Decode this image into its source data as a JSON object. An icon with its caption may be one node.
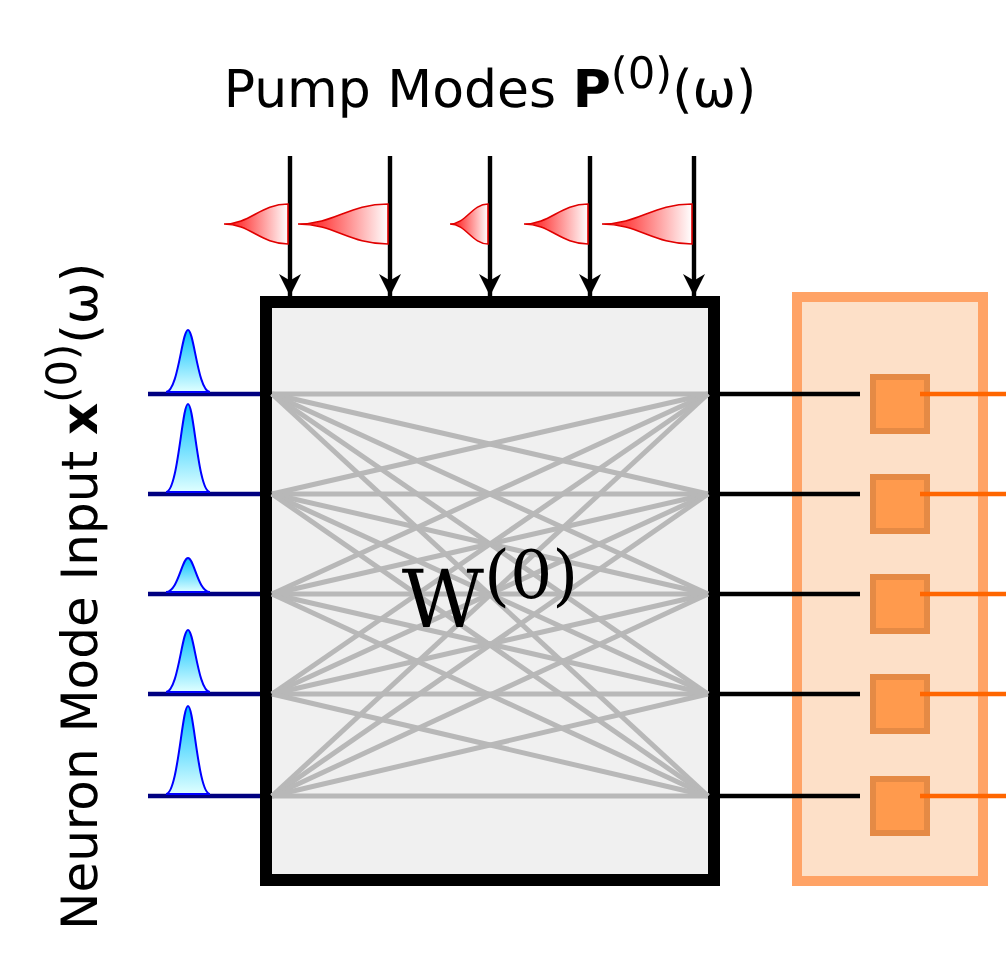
{
  "diagram": {
    "nodes": [
      {
        "text": [
          "W$^{(0)}$"
        ]
      },
      {
        "text": [],
        "shape": "box"
      },
      {
        "text": [],
        "shape": "box",
        "in": 1
      },
      {
        "text": [],
        "shape": "box",
        "in": 1
      },
      {
        "text": [],
        "shape": "box",
        "in": 1
      },
      {
        "text": [],
        "shape": "box",
        "in": 1
      },
      {
        "text": [],
        "shape": "box",
        "in": 1
      }
    ],
    "edges": [
      {
        "from": null,
        "to": 0,
        "arrow": "none",
        "color": "#000080"
      },
      {
        "from": null,
        "to": 0,
        "arrow": "none",
        "color": "#000080"
      },
      {
        "from": null,
        "to": 0,
        "arrow": "none",
        "color": "#000080"
      },
      {
        "from": null,
        "to": 0,
        "arrow": "none",
        "color": "#000080"
      },
      {
        "from": null,
        "to": 0,
        "arrow": "none",
        "color": "#000080"
      },
      {
        "from": null,
        "to": 0,
        "arrow": "to"
      },
      {
        "from": null,
        "to": 0,
        "arrow": "to"
      },
      {
        "from": null,
        "to": 0,
        "arrow": "to"
      },
      {
        "from": null,
        "to": 0,
        "arrow": "to"
      },
      {
        "from": null,
        "to": 0,
        "arrow": "to"
      },
      {
        "from": 0,
        "to": 2,
        "arrow": "none"
      },
      {
        "from": 0,
        "to": 3,
        "arrow": "none"
      },
      {
        "from": 0,
        "to": 4,
        "arrow": "none"
      },
      {
        "from": 0,
        "to": 5,
        "arrow": "none"
      },
      {
        "from": 0,
        "to": 6,
        "arrow": "none"
      },
      {
        "from": 2,
        "to": null,
        "arrow": "none",
        "color": "#ff6600"
      },
      {
        "from": 3,
        "to": null,
        "arrow": "none",
        "color": "#ff6600"
      },
      {
        "from": 4,
        "to": null,
        "arrow": "none",
        "color": "#ff6600"
      },
      {
        "from": 5,
        "to": null,
        "arrow": "none",
        "color": "#ff6600"
      },
      {
        "from": 6,
        "to": null,
        "arrow": "none",
        "color": "#ff6600"
      }
    ],
    "labels": [
      "Pump Modes **P**$^{(0)}$(ω)",
      "Neuron Mode Input **x**$^{(0)}$(ω)"
    ]
  }
}
